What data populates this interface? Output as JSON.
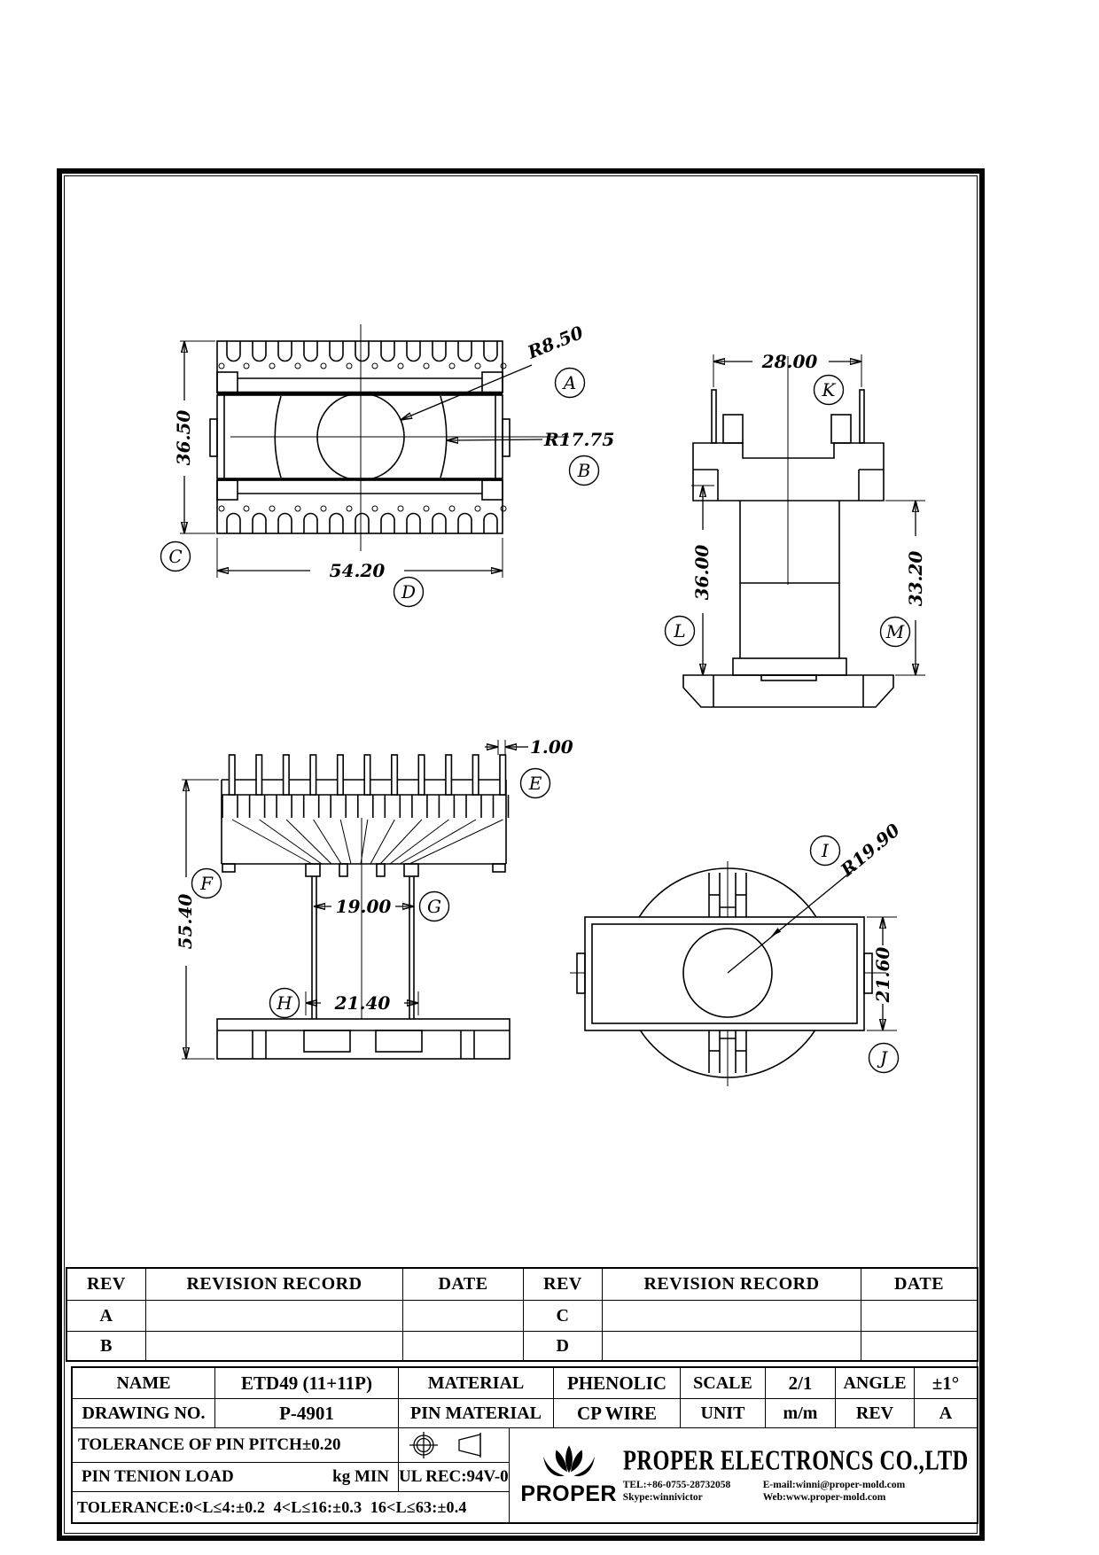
{
  "drawing": {
    "top_view": {
      "height_dim": "36.50",
      "width_dim": "54.20",
      "core_radius_dim": "R8.50",
      "flange_radius_dim": "R17.75",
      "balloon_a": "A",
      "balloon_b": "B",
      "balloon_c": "C",
      "balloon_d": "D"
    },
    "side_view": {
      "pin_span_dim": "28.00",
      "height_dim": "36.00",
      "body_height_dim": "33.20",
      "balloon_k": "K",
      "balloon_l": "L",
      "balloon_m": "M"
    },
    "front_view": {
      "pin_width_dim": "1.00",
      "total_height_dim": "55.40",
      "inner_span_dim": "19.00",
      "outer_span_dim": "21.40",
      "balloon_e": "E",
      "balloon_f": "F",
      "balloon_g": "G",
      "balloon_h": "H"
    },
    "bottom_view": {
      "radius_dim": "R19.90",
      "depth_dim": "21.60",
      "balloon_i": "I",
      "balloon_j": "J"
    }
  },
  "revision_table": {
    "headers": [
      "REV",
      "REVISION RECORD",
      "DATE",
      "REV",
      "REVISION RECORD",
      "DATE"
    ],
    "rows": [
      {
        "left_rev": "A",
        "right_rev": "C"
      },
      {
        "left_rev": "B",
        "right_rev": "D"
      }
    ]
  },
  "title_block": {
    "name_label": "NAME",
    "name_value": "ETD49 (11+11P)",
    "material_label": "MATERIAL",
    "material_value": "PHENOLIC",
    "scale_label": "SCALE",
    "scale_value": "2/1",
    "angle_label": "ANGLE",
    "angle_value": "±1°",
    "drawing_no_label": "DRAWING NO.",
    "drawing_no_value": "P-4901",
    "pin_material_label": "PIN MATERIAL",
    "pin_material_value": "CP WIRE",
    "unit_label": "UNIT",
    "unit_value": "m/m",
    "rev_label": "REV",
    "rev_value": "A",
    "pin_pitch_tolerance": "TOLERANCE OF PIN PITCH±0.20",
    "pin_tension_label": "PIN TENION LOAD",
    "pin_tension_value": "kg MIN",
    "ul_rec": "UL REC:94V-0",
    "length_tolerance": "TOLERANCE:0<L≤4:±0.2  4<L≤16:±0.3  16<L≤63:±0.4"
  },
  "company": {
    "logo_text": "PROPER",
    "name": "PROPER ELECTRONCS CO.,LTD",
    "tel": "TEL:+86-0755-28732058",
    "email": "E-mail:winni@proper-mold.com",
    "skype": "Skype:winnivictor",
    "web": "Web:www.proper-mold.com"
  }
}
